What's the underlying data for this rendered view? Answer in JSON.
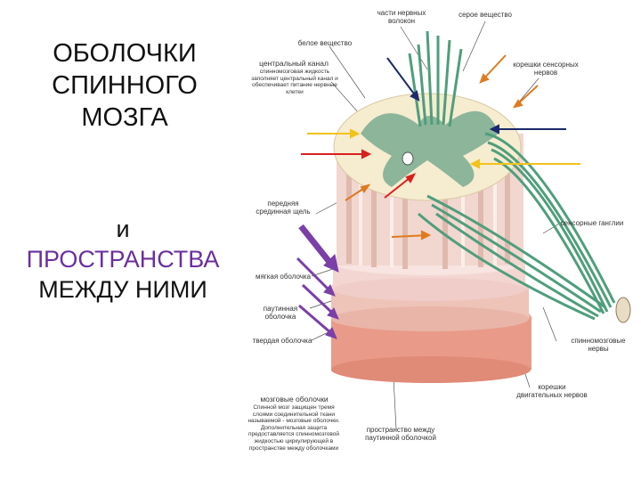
{
  "slide": {
    "title_lines": [
      "ОБОЛОЧКИ",
      "СПИННОГО",
      "МОЗГА"
    ],
    "connector": "и",
    "highlight": "ПРОСТРАНСТВА",
    "tail": "МЕЖДУ НИМИ",
    "highlight_color": "#6a2f9e"
  },
  "labels": {
    "nerve_fiber_parts": "части нервных волокон",
    "gray_matter": "серое вещество",
    "white_matter": "белое вещество",
    "central_canal_title": "центральный канал",
    "central_canal_desc": "спинномозговая жидкость заполняет центральный канал и обеспечивает питание нервные клетки",
    "sensory_roots": "корешки сенсорных нервов",
    "anterior_fissure": "передняя срединная щель",
    "sensory_ganglia": "сенсорные ганглии",
    "pia_mater": "мягкая оболочка",
    "arachnoid": "паутинная оболочка",
    "dura_mater": "твердая оболочка",
    "spinal_nerves": "спинномозговые нервы",
    "motor_roots": "корешки двигательных нервов",
    "meninges_title": "мозговые оболочки",
    "meninges_desc": "Спинной мозг защищен тремя слоями соединительной ткани называемой - мозговые оболочки. Дополнительная защита предоставляется спинномозговой жидкостью циркулирующей в пространстве между оболочками",
    "subarachnoid_space": "пространство между паутинной оболочкой"
  },
  "arrows": {
    "navy": "#1b2a6b",
    "orange": "#e07a1f",
    "yellow": "#f2c21a",
    "red": "#d9201f",
    "purple": "#7b3fa8"
  },
  "colors": {
    "white_matter": "#f6ecd0",
    "gray_matter": "#8cb59a",
    "nerve_green": "#4f9e7c",
    "pia": "#f3d6d2",
    "arachnoid": "#eec3b8",
    "dura": "#ea9a88"
  }
}
